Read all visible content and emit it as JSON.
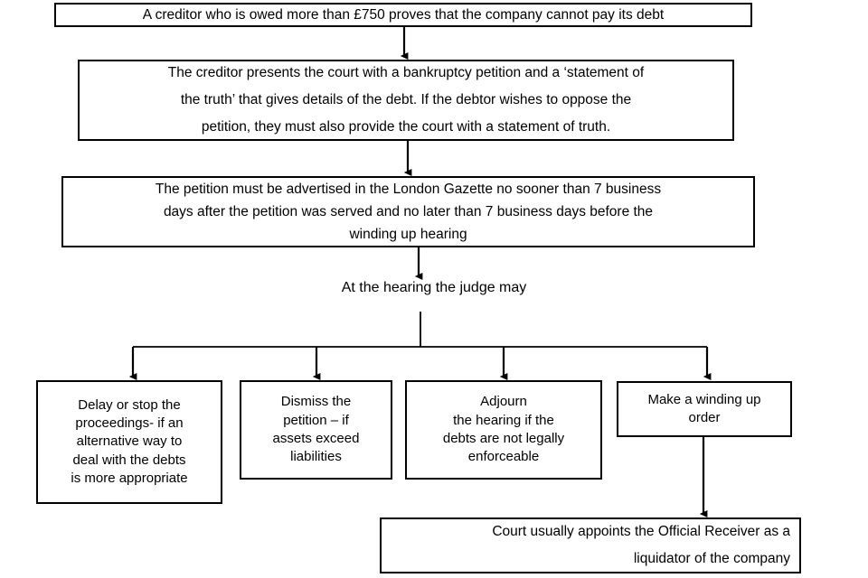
{
  "diagram": {
    "title": "Winding up petition process flowchart",
    "line_color": "#000000",
    "box_border_color": "#000000",
    "background_color": "#ffffff",
    "nodes": {
      "creditor_owed": "A creditor who is owed more than £750 proves that the company cannot pay its debt",
      "present_court": "The creditor presents the court with a bankruptcy petition and a ‘statement of\nthe truth’ that gives details of the debt.  If the debtor wishes to oppose the\npetition, they must also provide the court with a statement of truth.",
      "advertise": "The petition must be advertised in the London Gazette no sooner than 7 business\ndays after the petition was served and no later than 7 business days before the\nwinding up hearing",
      "judge_may": "At the hearing the judge may",
      "option_delay_stop": "Delay or stop the\nproceedings- if an\nalternative way to\ndeal with the debts\nis more appropriate",
      "option_dismiss": "Dismiss the\npetition – if\nassets exceed\nliabilities",
      "option_adjourn": "Adjourn\nthe hearing if the\ndebts are not legally\nenforceable",
      "option_winding_order": "Make a winding up\norder",
      "official_receiver": "Court usually appoints the Official Receiver as a\nliquidator of the company"
    }
  }
}
